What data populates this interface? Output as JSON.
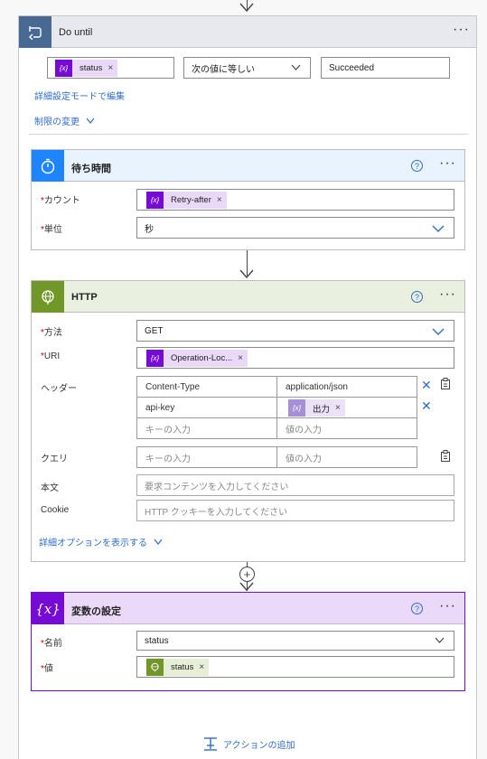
{
  "do_until": {
    "title": "Do until",
    "condition": {
      "left_token": "status",
      "operator": "次の値に等しい",
      "right_value": "Succeeded"
    },
    "advanced_link": "詳細設定モードで編集",
    "limits_link": "制限の変更"
  },
  "wait": {
    "title": "待ち時間",
    "count_label": "カウント",
    "count_token": "Retry-after",
    "unit_label": "単位",
    "unit_value": "秒"
  },
  "http": {
    "title": "HTTP",
    "method_label": "方法",
    "method_value": "GET",
    "uri_label": "URI",
    "uri_token": "Operation-Loc...",
    "headers_label": "ヘッダー",
    "headers": [
      {
        "key": "Content-Type",
        "value": "application/json"
      },
      {
        "key": "api-key",
        "value_token": "出力"
      }
    ],
    "key_placeholder": "キーの入力",
    "value_placeholder": "値の入力",
    "query_label": "クエリ",
    "body_label": "本文",
    "body_placeholder": "要求コンテンツを入力してください",
    "cookie_label": "Cookie",
    "cookie_placeholder": "HTTP クッキーを入力してください",
    "advanced_link": "詳細オプションを表示する"
  },
  "set_variable": {
    "title": "変数の設定",
    "name_label": "名前",
    "name_value": "status",
    "value_label": "値",
    "value_token": "status"
  },
  "add_action_label": "アクションの追加",
  "colors": {
    "do_until_accent": "#486991",
    "wait_accent": "#1f85ff",
    "http_accent": "#709727",
    "variable_accent": "#770bd6",
    "link": "#2f6dc7"
  }
}
